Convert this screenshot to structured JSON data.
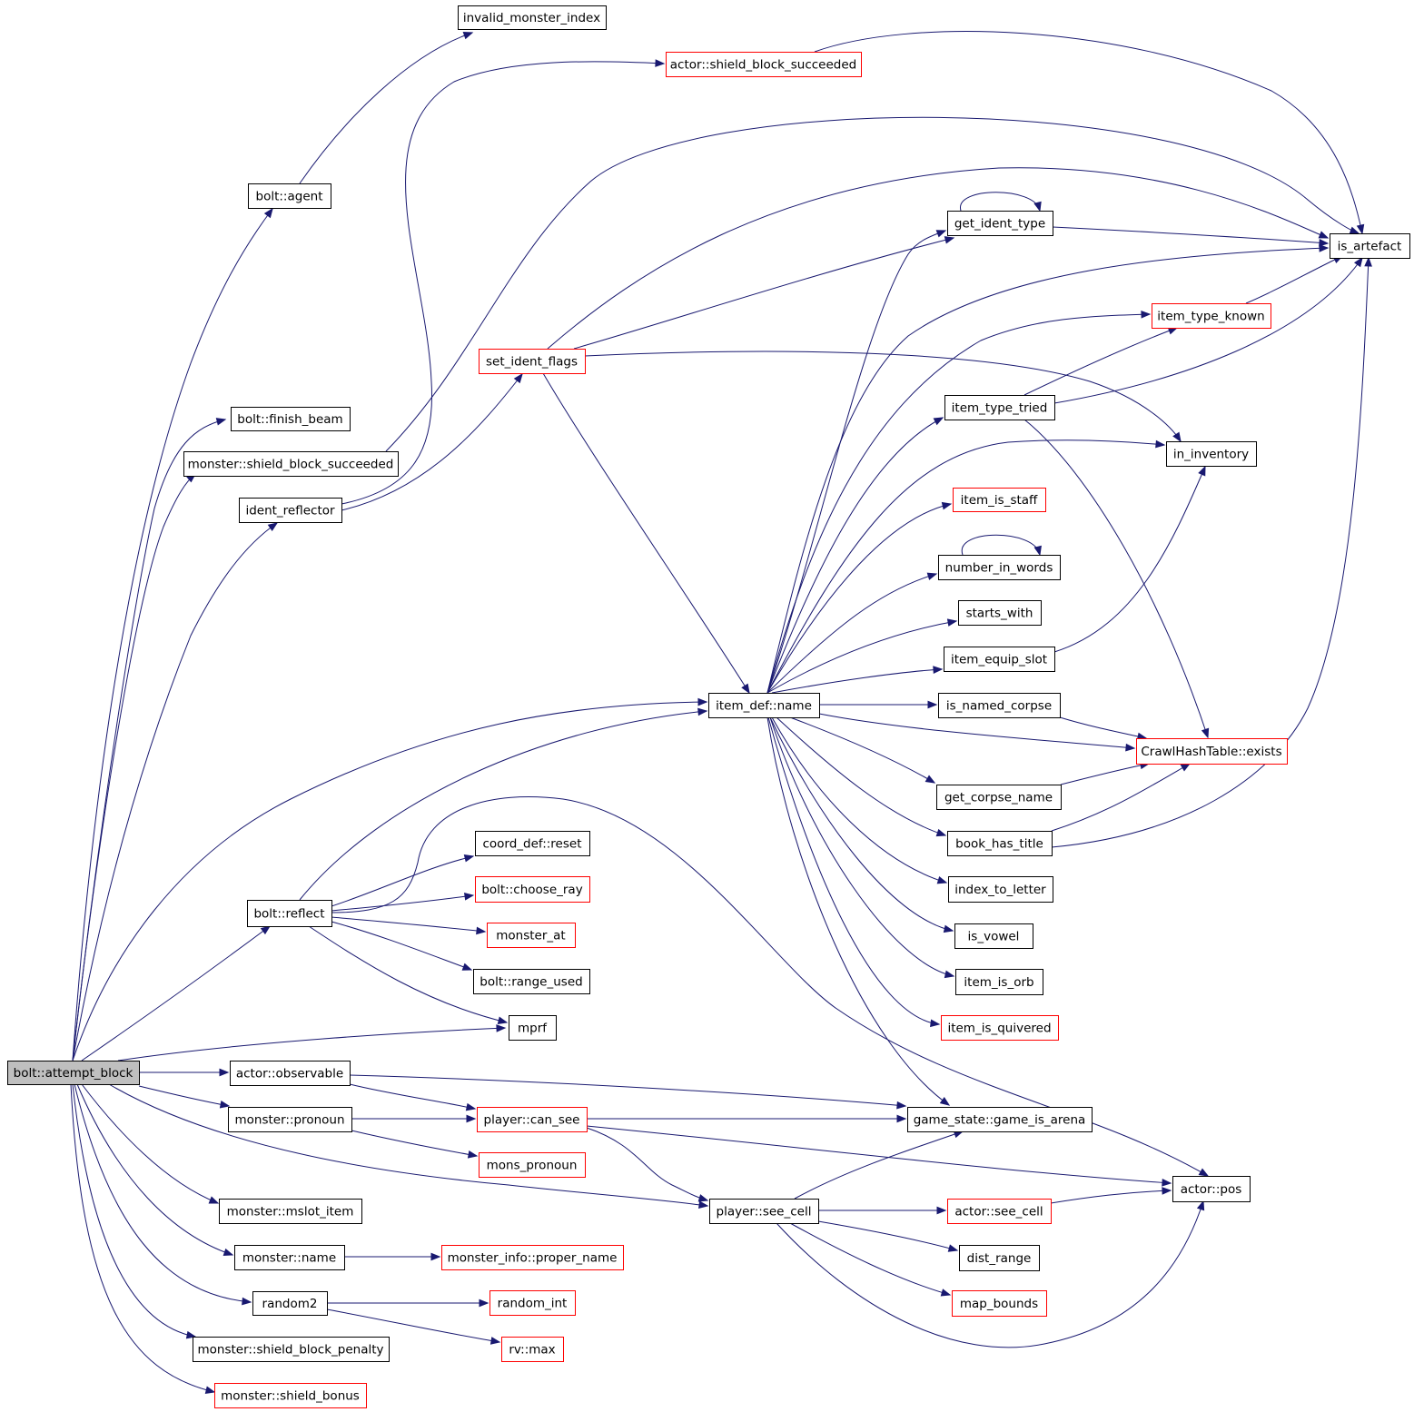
{
  "nodes": [
    {
      "id": "attempt_block",
      "label": "bolt::attempt_block",
      "style": "root"
    },
    {
      "id": "invalid_monster_index",
      "label": "invalid_monster_index",
      "style": "black"
    },
    {
      "id": "actor_shield_block_succeeded",
      "label": "actor::shield_block_succeeded",
      "style": "red"
    },
    {
      "id": "bolt_agent",
      "label": "bolt::agent",
      "style": "black"
    },
    {
      "id": "is_artefact",
      "label": "is_artefact",
      "style": "black"
    },
    {
      "id": "get_ident_type",
      "label": "get_ident_type",
      "style": "black"
    },
    {
      "id": "item_type_known",
      "label": "item_type_known",
      "style": "red"
    },
    {
      "id": "set_ident_flags",
      "label": "set_ident_flags",
      "style": "red"
    },
    {
      "id": "item_type_tried",
      "label": "item_type_tried",
      "style": "black"
    },
    {
      "id": "bolt_finish_beam",
      "label": "bolt::finish_beam",
      "style": "black"
    },
    {
      "id": "in_inventory",
      "label": "in_inventory",
      "style": "black"
    },
    {
      "id": "monster_shield_block_succeeded",
      "label": "monster::shield_block_succeeded",
      "style": "black"
    },
    {
      "id": "item_is_staff",
      "label": "item_is_staff",
      "style": "red"
    },
    {
      "id": "ident_reflector",
      "label": "ident_reflector",
      "style": "black"
    },
    {
      "id": "number_in_words",
      "label": "number_in_words",
      "style": "black"
    },
    {
      "id": "starts_with",
      "label": "starts_with",
      "style": "black"
    },
    {
      "id": "item_equip_slot",
      "label": "item_equip_slot",
      "style": "black"
    },
    {
      "id": "item_def_name",
      "label": "item_def::name",
      "style": "black"
    },
    {
      "id": "is_named_corpse",
      "label": "is_named_corpse",
      "style": "black"
    },
    {
      "id": "crawlhashtable_exists",
      "label": "CrawlHashTable::exists",
      "style": "red"
    },
    {
      "id": "get_corpse_name",
      "label": "get_corpse_name",
      "style": "black"
    },
    {
      "id": "book_has_title",
      "label": "book_has_title",
      "style": "black"
    },
    {
      "id": "coord_def_reset",
      "label": "coord_def::reset",
      "style": "black"
    },
    {
      "id": "bolt_choose_ray",
      "label": "bolt::choose_ray",
      "style": "red"
    },
    {
      "id": "index_to_letter",
      "label": "index_to_letter",
      "style": "black"
    },
    {
      "id": "bolt_reflect",
      "label": "bolt::reflect",
      "style": "black"
    },
    {
      "id": "monster_at",
      "label": "monster_at",
      "style": "red"
    },
    {
      "id": "is_vowel",
      "label": "is_vowel",
      "style": "black"
    },
    {
      "id": "bolt_range_used",
      "label": "bolt::range_used",
      "style": "black"
    },
    {
      "id": "item_is_orb",
      "label": "item_is_orb",
      "style": "black"
    },
    {
      "id": "mprf",
      "label": "mprf",
      "style": "black"
    },
    {
      "id": "item_is_quivered",
      "label": "item_is_quivered",
      "style": "red"
    },
    {
      "id": "actor_observable",
      "label": "actor::observable",
      "style": "black"
    },
    {
      "id": "monster_pronoun",
      "label": "monster::pronoun",
      "style": "black"
    },
    {
      "id": "player_can_see",
      "label": "player::can_see",
      "style": "red"
    },
    {
      "id": "game_is_arena",
      "label": "game_state::game_is_arena",
      "style": "black"
    },
    {
      "id": "mons_pronoun",
      "label": "mons_pronoun",
      "style": "red"
    },
    {
      "id": "actor_pos",
      "label": "actor::pos",
      "style": "black"
    },
    {
      "id": "monster_mslot_item",
      "label": "monster::mslot_item",
      "style": "black"
    },
    {
      "id": "player_see_cell",
      "label": "player::see_cell",
      "style": "black"
    },
    {
      "id": "actor_see_cell",
      "label": "actor::see_cell",
      "style": "red"
    },
    {
      "id": "monster_name",
      "label": "monster::name",
      "style": "black"
    },
    {
      "id": "monster_info_proper_name",
      "label": "monster_info::proper_name",
      "style": "red"
    },
    {
      "id": "dist_range",
      "label": "dist_range",
      "style": "black"
    },
    {
      "id": "random2",
      "label": "random2",
      "style": "black"
    },
    {
      "id": "random_int",
      "label": "random_int",
      "style": "red"
    },
    {
      "id": "map_bounds",
      "label": "map_bounds",
      "style": "red"
    },
    {
      "id": "monster_shield_block_penalty",
      "label": "monster::shield_block_penalty",
      "style": "black"
    },
    {
      "id": "rv_max",
      "label": "rv::max",
      "style": "red"
    },
    {
      "id": "monster_shield_bonus",
      "label": "monster::shield_bonus",
      "style": "red"
    }
  ],
  "edges": [
    [
      "attempt_block",
      "bolt_agent"
    ],
    [
      "attempt_block",
      "bolt_finish_beam"
    ],
    [
      "attempt_block",
      "monster_shield_block_succeeded"
    ],
    [
      "attempt_block",
      "ident_reflector"
    ],
    [
      "attempt_block",
      "item_def_name"
    ],
    [
      "attempt_block",
      "bolt_reflect"
    ],
    [
      "attempt_block",
      "mprf"
    ],
    [
      "attempt_block",
      "actor_observable"
    ],
    [
      "attempt_block",
      "monster_pronoun"
    ],
    [
      "attempt_block",
      "monster_mslot_item"
    ],
    [
      "attempt_block",
      "player_see_cell"
    ],
    [
      "attempt_block",
      "monster_name"
    ],
    [
      "attempt_block",
      "random2"
    ],
    [
      "attempt_block",
      "monster_shield_block_penalty"
    ],
    [
      "attempt_block",
      "monster_shield_bonus"
    ],
    [
      "bolt_agent",
      "invalid_monster_index"
    ],
    [
      "monster_shield_block_succeeded",
      "is_artefact"
    ],
    [
      "ident_reflector",
      "actor_shield_block_succeeded"
    ],
    [
      "ident_reflector",
      "set_ident_flags"
    ],
    [
      "actor_shield_block_succeeded",
      "is_artefact"
    ],
    [
      "set_ident_flags",
      "is_artefact"
    ],
    [
      "set_ident_flags",
      "get_ident_type"
    ],
    [
      "set_ident_flags",
      "in_inventory"
    ],
    [
      "set_ident_flags",
      "item_def_name"
    ],
    [
      "get_ident_type",
      "get_ident_type"
    ],
    [
      "get_ident_type",
      "is_artefact"
    ],
    [
      "item_type_known",
      "is_artefact"
    ],
    [
      "item_type_tried",
      "item_type_known"
    ],
    [
      "item_type_tried",
      "is_artefact"
    ],
    [
      "item_type_tried",
      "crawlhashtable_exists"
    ],
    [
      "item_def_name",
      "get_ident_type"
    ],
    [
      "item_def_name",
      "is_artefact"
    ],
    [
      "item_def_name",
      "item_type_known"
    ],
    [
      "item_def_name",
      "item_type_tried"
    ],
    [
      "item_def_name",
      "in_inventory"
    ],
    [
      "item_def_name",
      "item_is_staff"
    ],
    [
      "item_def_name",
      "number_in_words"
    ],
    [
      "item_def_name",
      "starts_with"
    ],
    [
      "item_def_name",
      "item_equip_slot"
    ],
    [
      "item_def_name",
      "is_named_corpse"
    ],
    [
      "item_def_name",
      "crawlhashtable_exists"
    ],
    [
      "item_def_name",
      "get_corpse_name"
    ],
    [
      "item_def_name",
      "book_has_title"
    ],
    [
      "item_def_name",
      "index_to_letter"
    ],
    [
      "item_def_name",
      "is_vowel"
    ],
    [
      "item_def_name",
      "item_is_orb"
    ],
    [
      "item_def_name",
      "item_is_quivered"
    ],
    [
      "item_def_name",
      "game_is_arena"
    ],
    [
      "number_in_words",
      "number_in_words"
    ],
    [
      "item_equip_slot",
      "in_inventory"
    ],
    [
      "is_named_corpse",
      "crawlhashtable_exists"
    ],
    [
      "get_corpse_name",
      "crawlhashtable_exists"
    ],
    [
      "book_has_title",
      "crawlhashtable_exists"
    ],
    [
      "book_has_title",
      "is_artefact"
    ],
    [
      "bolt_reflect",
      "item_def_name"
    ],
    [
      "bolt_reflect",
      "coord_def_reset"
    ],
    [
      "bolt_reflect",
      "bolt_choose_ray"
    ],
    [
      "bolt_reflect",
      "monster_at"
    ],
    [
      "bolt_reflect",
      "bolt_range_used"
    ],
    [
      "bolt_reflect",
      "mprf"
    ],
    [
      "bolt_reflect",
      "actor_pos"
    ],
    [
      "actor_observable",
      "player_can_see"
    ],
    [
      "actor_observable",
      "game_is_arena"
    ],
    [
      "monster_pronoun",
      "player_can_see"
    ],
    [
      "monster_pronoun",
      "mons_pronoun"
    ],
    [
      "player_can_see",
      "game_is_arena"
    ],
    [
      "player_can_see",
      "actor_pos"
    ],
    [
      "player_can_see",
      "player_see_cell"
    ],
    [
      "player_see_cell",
      "game_is_arena"
    ],
    [
      "player_see_cell",
      "actor_see_cell"
    ],
    [
      "player_see_cell",
      "dist_range"
    ],
    [
      "player_see_cell",
      "map_bounds"
    ],
    [
      "player_see_cell",
      "actor_pos"
    ],
    [
      "actor_see_cell",
      "actor_pos"
    ],
    [
      "monster_name",
      "monster_info_proper_name"
    ],
    [
      "random2",
      "random_int"
    ],
    [
      "random2",
      "rv_max"
    ]
  ]
}
